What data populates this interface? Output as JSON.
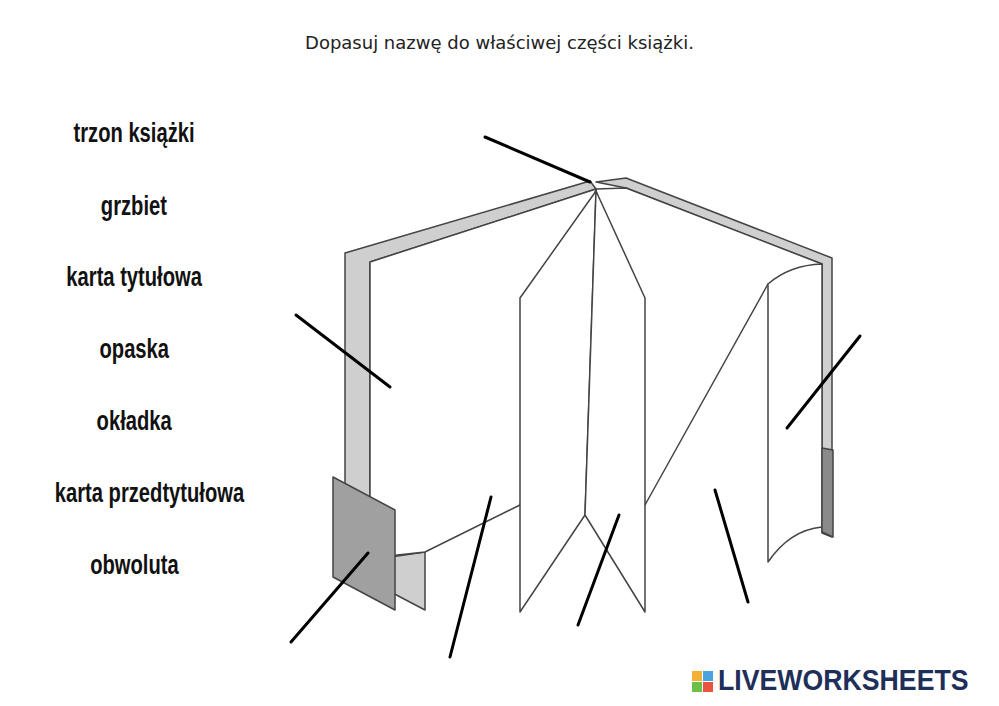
{
  "diagram": {
    "title": "Dopasuj nazwę do właściwej części książki.",
    "labels": [
      "trzon książki",
      "grzbiet",
      "karta tytułowa",
      "opaska",
      "okładka",
      "karta przedtytułowa",
      "obwoluta",
      "LIVEWORKSHEETS"
    ]
  }
}
